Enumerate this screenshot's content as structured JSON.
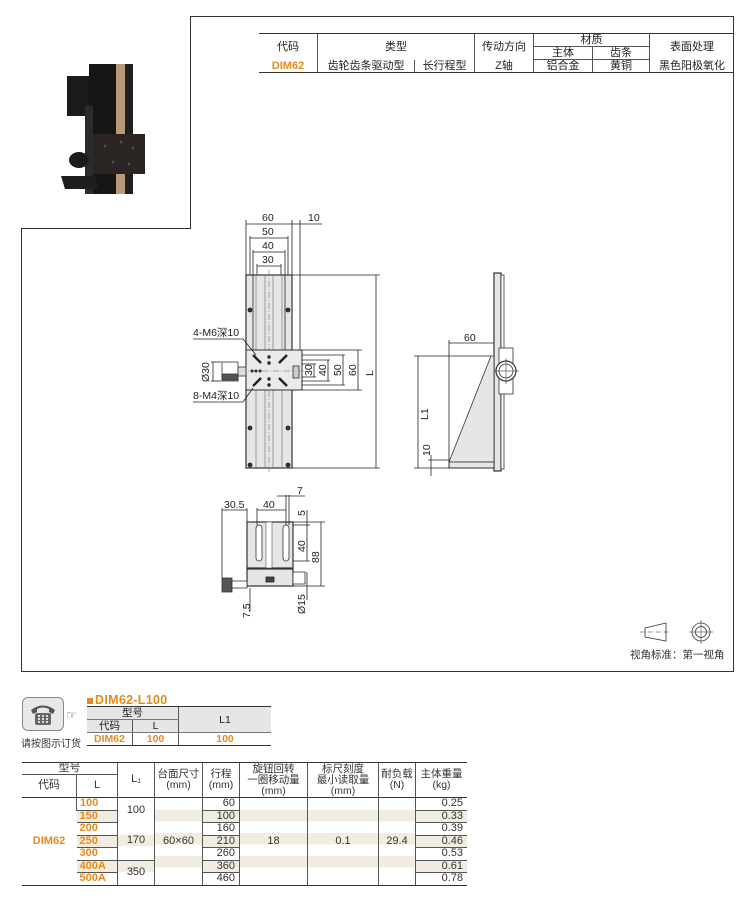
{
  "spec_table": {
    "headers": {
      "code": "代码",
      "type": "类型",
      "drive_direction": "传动方向",
      "material": "材质",
      "material_body": "主体",
      "material_rack": "齿条",
      "surface": "表面处理"
    },
    "row": {
      "code": "DIM62",
      "type1": "齿轮齿条驱动型",
      "type2": "长行程型",
      "drive_direction": "Z轴",
      "material_body": "铝合金",
      "material_rack": "黄铜",
      "surface": "黑色阳极氧化"
    }
  },
  "drawing": {
    "front_view": {
      "dims_top": [
        "60",
        "50",
        "40",
        "30",
        "10"
      ],
      "dims_right": [
        "30",
        "40",
        "50",
        "60",
        "L"
      ],
      "left_dim": "Ø30",
      "callout_m6": "4-M6深10",
      "callout_m4": "8-M4深10"
    },
    "side_view": {
      "width": "60",
      "height": "L1",
      "base": "10"
    },
    "bottom_view": {
      "dims": [
        "30.5",
        "40",
        "7",
        "5",
        "40",
        "88",
        "Ø15",
        "7.5"
      ]
    },
    "view_standard": {
      "label": "视角标准：第一视角"
    }
  },
  "order_example": {
    "icon_label": "请按图示订货",
    "title": "DIM62-L100",
    "headers": {
      "model": "型号",
      "code": "代码",
      "L": "L",
      "L1": "L1"
    },
    "row": {
      "code": "DIM62",
      "L": "100",
      "L1": "100"
    }
  },
  "main_table": {
    "headers": {
      "model": "型号",
      "code": "代码",
      "L": "L",
      "L1": "L₁",
      "table_size": "台面尺寸",
      "table_size_unit": "(mm)",
      "stroke": "行程",
      "stroke_unit": "(mm)",
      "knob1": "旋钮回转",
      "knob2": "一圈移动量",
      "knob_unit": "(mm)",
      "scale1": "标尺刻度",
      "scale2": "最小读取量",
      "scale_unit": "(mm)",
      "load": "耐负载",
      "load_unit": "(N)",
      "weight": "主体重量",
      "weight_unit": "(kg)"
    },
    "code": "DIM62",
    "table_size": "60×60",
    "knob_travel": "18",
    "scale_min": "0.1",
    "load": "29.4",
    "L1_groups": [
      "100",
      "170",
      "350"
    ],
    "rows": [
      {
        "L": "100",
        "stroke": "60",
        "weight": "0.25"
      },
      {
        "L": "150",
        "stroke": "100",
        "weight": "0.33"
      },
      {
        "L": "200",
        "stroke": "160",
        "weight": "0.39"
      },
      {
        "L": "250",
        "stroke": "210",
        "weight": "0.46"
      },
      {
        "L": "300",
        "stroke": "260",
        "weight": "0.53"
      },
      {
        "L": "400A",
        "stroke": "360",
        "weight": "0.61"
      },
      {
        "L": "500A",
        "stroke": "460",
        "weight": "0.78"
      }
    ]
  },
  "colors": {
    "accent_orange": "#e8891c",
    "band": "#f1ece0",
    "part_fill": "#e4e6e8"
  }
}
